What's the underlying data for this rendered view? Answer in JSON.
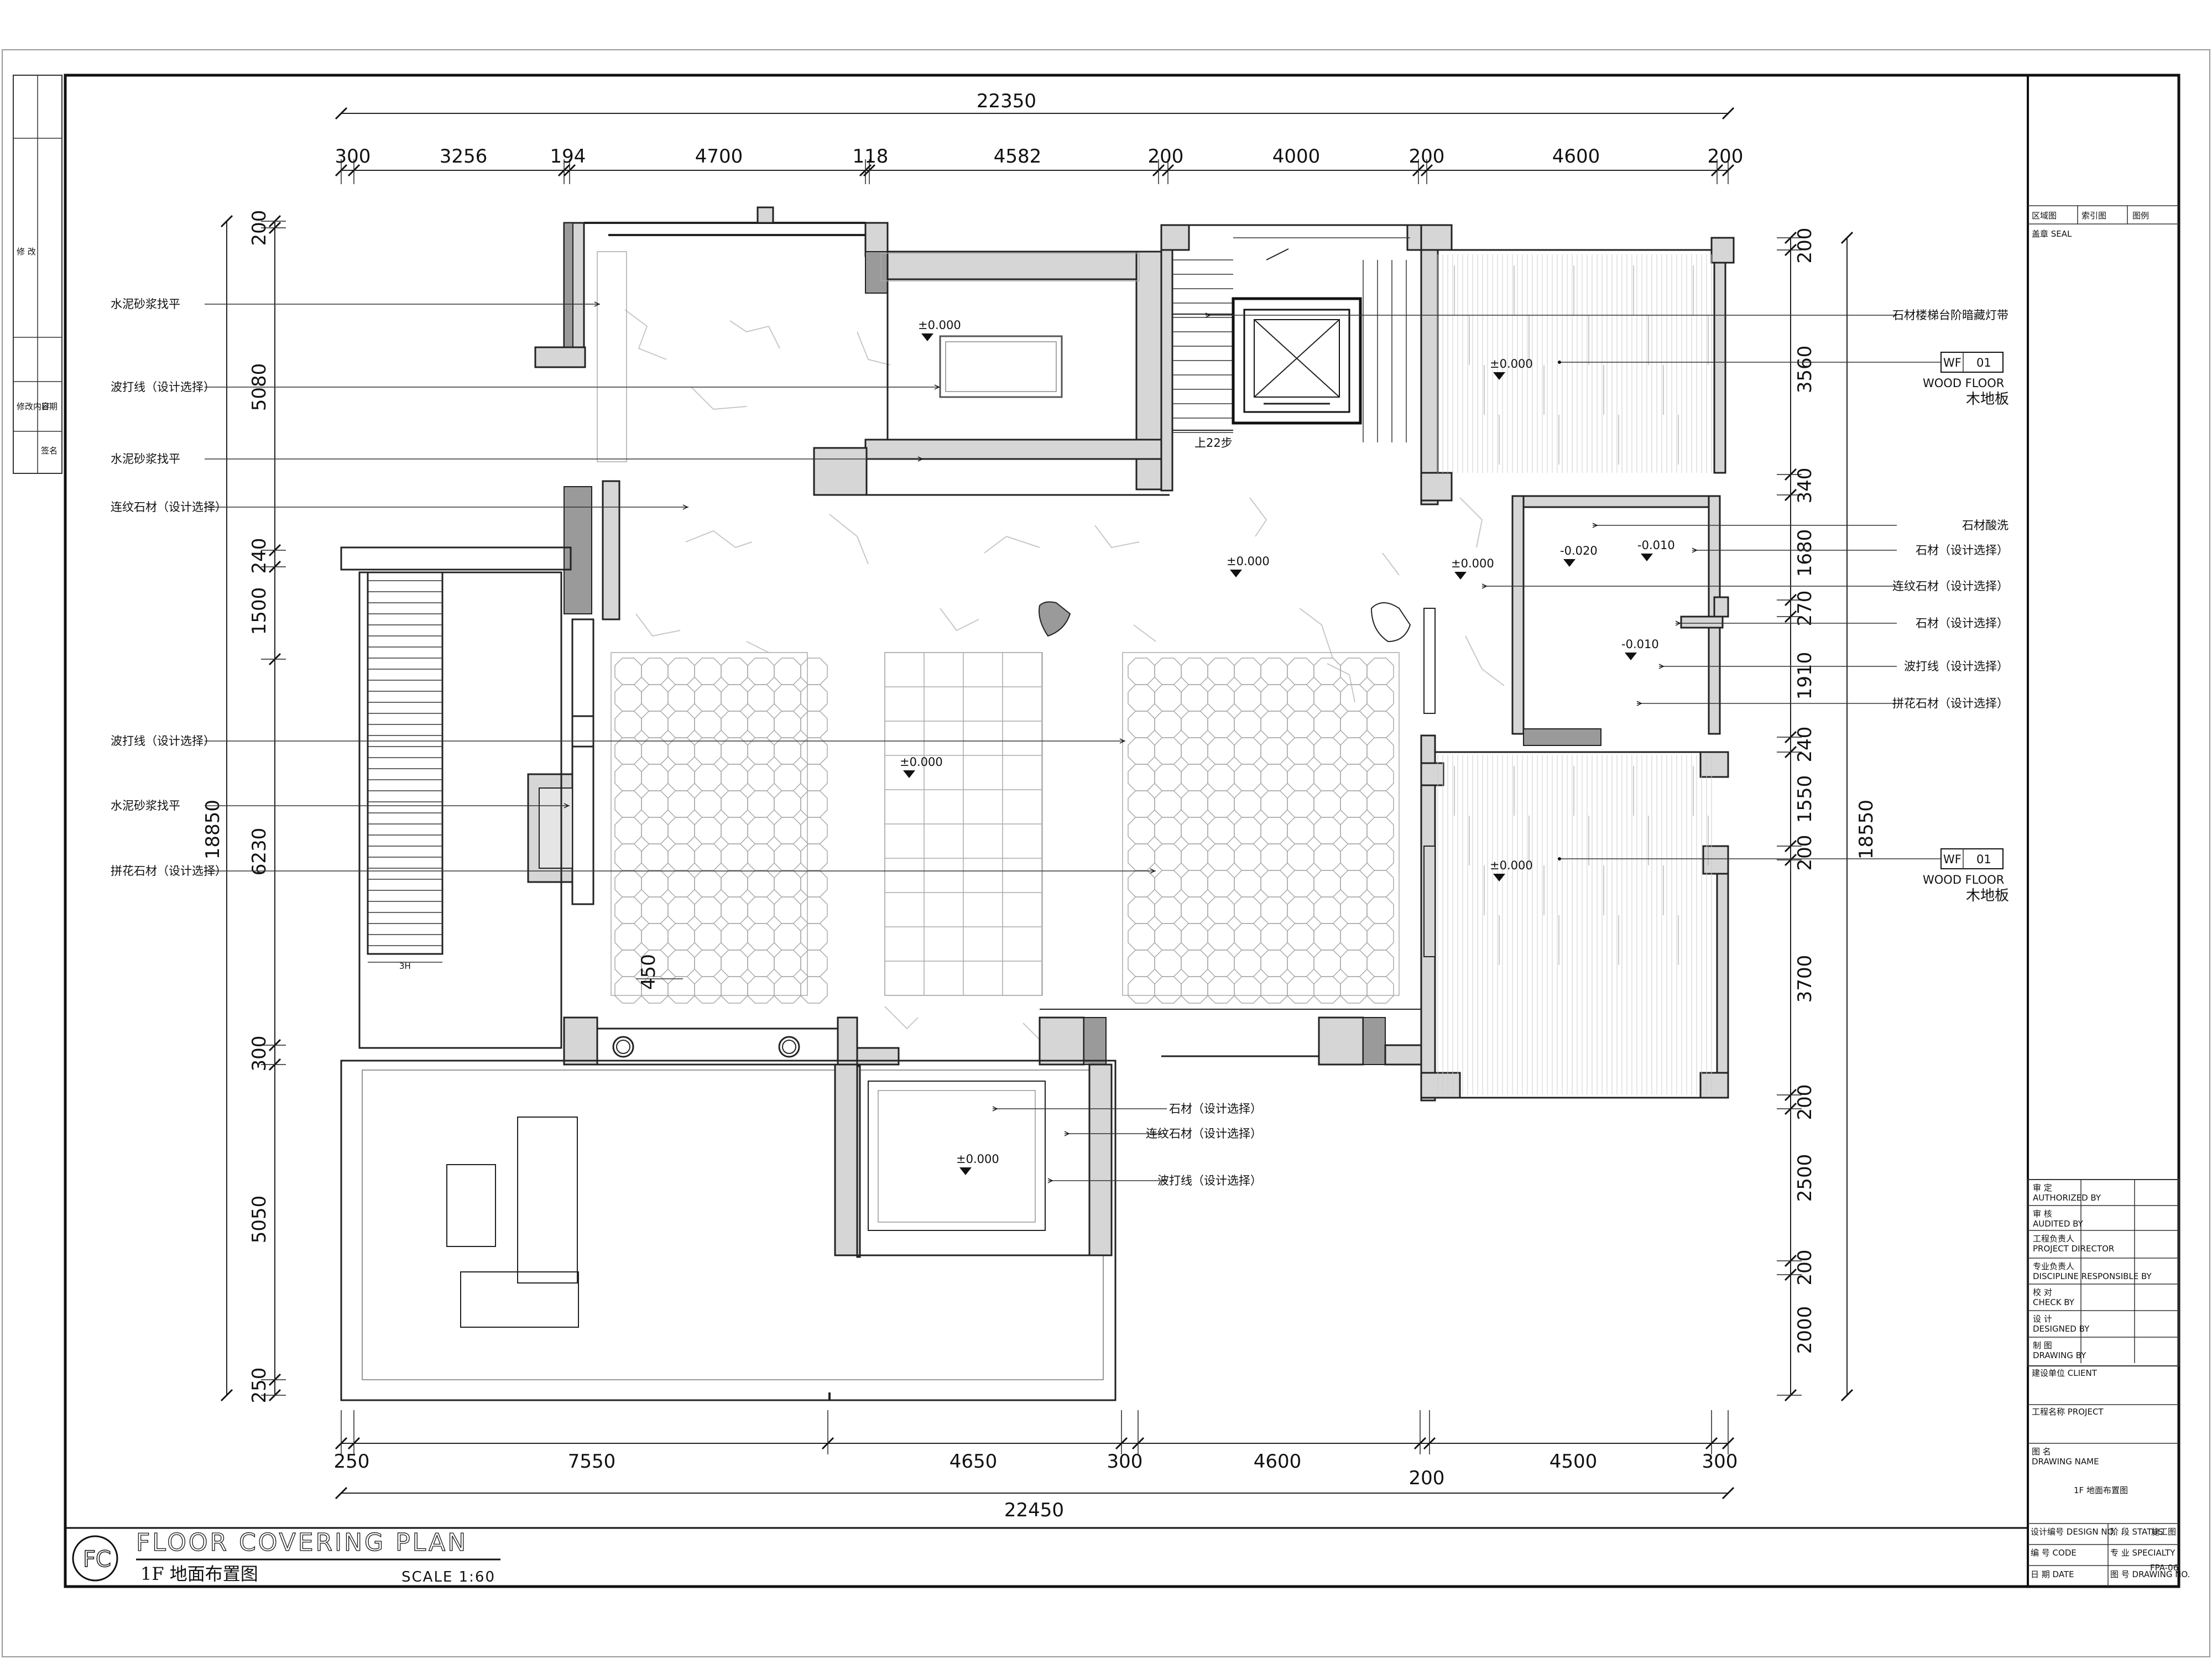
{
  "drawing": {
    "title_en": "FLOOR COVERING PLAN",
    "title_cn": "1F 地面布置图",
    "scale": "SCALE 1:60",
    "badge": "FC"
  },
  "dims": {
    "top_total": "22350",
    "top": [
      "300",
      "3256",
      "194",
      "4700",
      "118",
      "4582",
      "200",
      "4000",
      "200",
      "4600",
      "200"
    ],
    "bottom": [
      "250",
      "7550",
      "4650",
      "300",
      "4600",
      "200",
      "4500",
      "300"
    ],
    "bottom_total": "22450",
    "left": [
      "200",
      "5080",
      "240",
      "1500",
      "6230",
      "300",
      "5050",
      "250"
    ],
    "left_total": "18850",
    "right": [
      "200",
      "3560",
      "340",
      "1680",
      "270",
      "1910",
      "240",
      "1550",
      "200",
      "3700",
      "200",
      "2500",
      "200",
      "2000"
    ],
    "right_total": "18550",
    "stair_small": "3H",
    "dim_450": "450"
  },
  "labels": {
    "left": [
      "水泥砂浆找平",
      "波打线（设计选择）",
      "水泥砂浆找平",
      "连纹石材（设计选择）",
      "波打线（设计选择）",
      "水泥砂浆找平",
      "拼花石材（设计选择）"
    ],
    "right": [
      "石材楼梯台阶暗藏灯带",
      "石材酸洗",
      "石材（设计选择）",
      "连纹石材（设计选择）",
      "石材（设计选择）",
      "波打线（设计选择）",
      "拼花石材（设计选择）"
    ],
    "bottom": [
      "石材（设计选择）",
      "连纹石材（设计选择）",
      "波打线（设计选择）"
    ],
    "up_stair": "上22步",
    "level_main": "±0.000",
    "level_010": "-0.010",
    "level_020": "-0.020"
  },
  "wood_floor": {
    "code": "WF",
    "num": "01",
    "en": "WOOD FLOOR",
    "cn": "木地板"
  },
  "title_block": {
    "top_cells": [
      "区域图",
      "索引图",
      "图例"
    ],
    "seal": "盖章 SEAL",
    "rows": [
      {
        "cn": "审 定",
        "en": "AUTHORIZED BY"
      },
      {
        "cn": "审 核",
        "en": "AUDITED BY"
      },
      {
        "cn": "工程负责人",
        "en": "PROJECT DIRECTOR"
      },
      {
        "cn": "专业负责人",
        "en": "DISCIPLINE RESPONSIBLE BY"
      },
      {
        "cn": "校 对",
        "en": "CHECK BY"
      },
      {
        "cn": "设 计",
        "en": "DESIGNED BY"
      },
      {
        "cn": "制 图",
        "en": "DRAWING BY"
      }
    ],
    "client": "建设单位 CLIENT",
    "project": "工程名称 PROJECT",
    "drawing_name_label": "图 名",
    "drawing_name_en": "DRAWING NAME",
    "drawing_name_value": "1F 地面布置图",
    "design_no": "设计编号 DESIGN NO.",
    "status": "阶 段 STATUS",
    "status_value": "施工图",
    "code": "编 号 CODE",
    "specialty": "专 业 SPECIALTY",
    "date": "日 期 DATE",
    "drawing_no": "图 号 DRAWING NO.",
    "drawing_no_value": "FPA-06"
  },
  "left_strip": [
    "修 改",
    "修改内容",
    "日期",
    "签名"
  ]
}
